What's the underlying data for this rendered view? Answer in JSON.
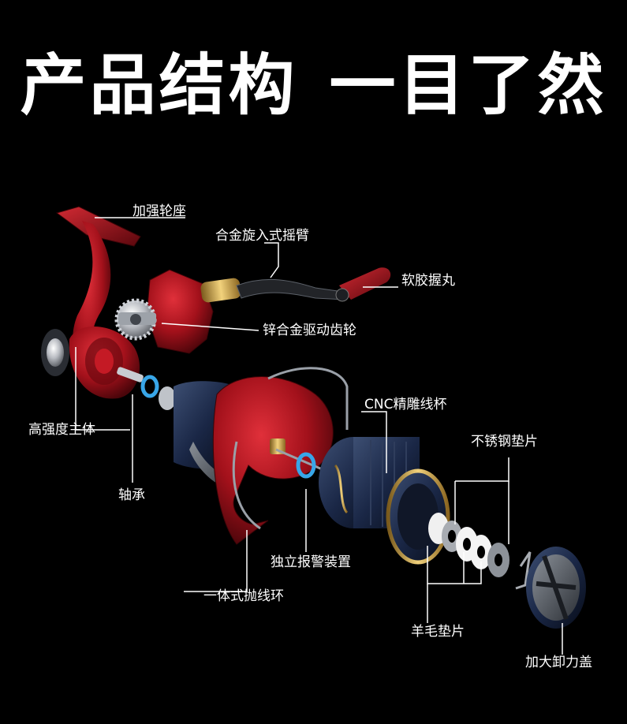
{
  "headline": {
    "part1": "产品结构",
    "part2": "一目了然"
  },
  "labels": {
    "reinforced_reel_seat": "加强轮座",
    "alloy_rocker_arm": "合金旋入式摇臂",
    "soft_rubber_knob": "软胶握丸",
    "zinc_alloy_drive_gear": "锌合金驱动齿轮",
    "high_strength_body": "高强度主体",
    "bearing": "轴承",
    "cnc_spool": "CNC精雕线杯",
    "stainless_washer": "不锈钢垫片",
    "alarm_device": "独立报警装置",
    "one_piece_bail": "一体式抛线环",
    "wool_washer": "羊毛垫片",
    "large_drag_cap": "加大卸力盖"
  },
  "colors": {
    "background": "#000000",
    "reel_red": "#9e0f18",
    "spool_navy": "#1d2b4a",
    "accent_gold": "#c9a23c"
  }
}
